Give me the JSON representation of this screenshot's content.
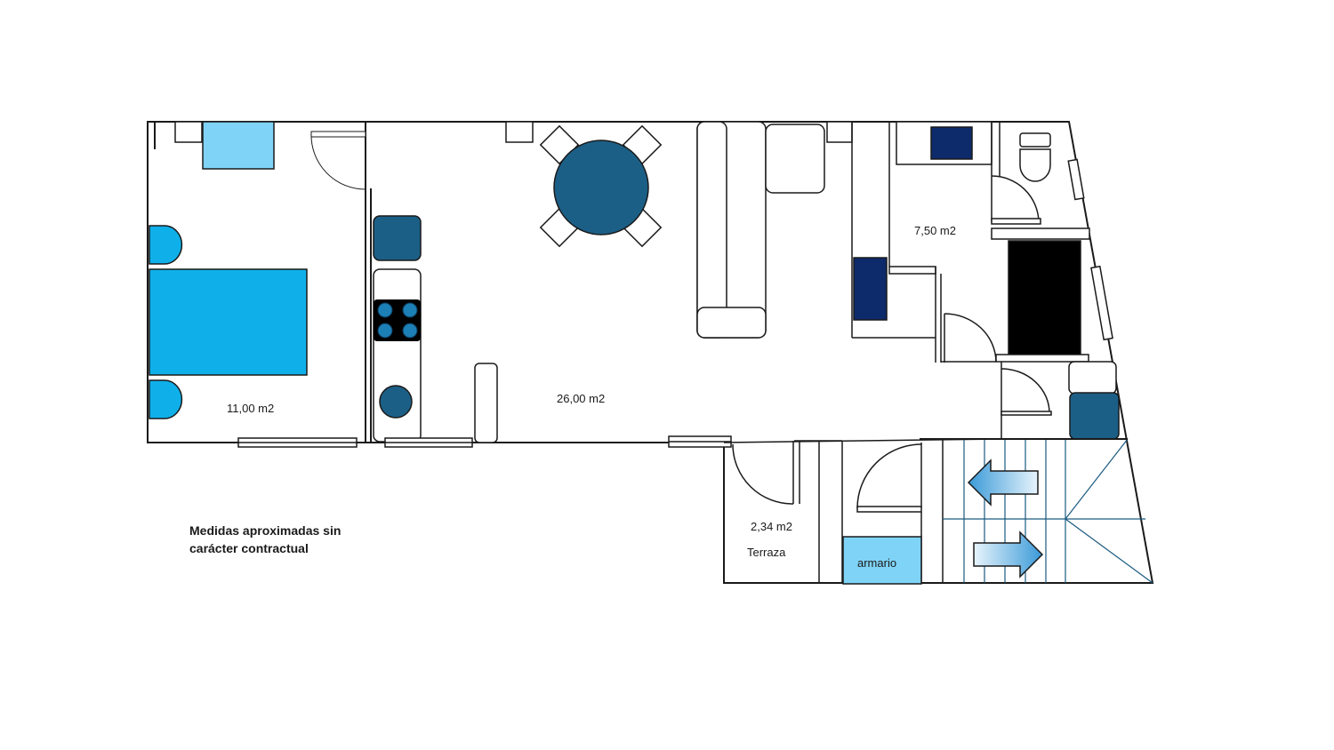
{
  "rooms": {
    "bedroom_area": "11,00 m2",
    "living_area": "26,00 m2",
    "bathroom_area": "7,50 m2",
    "terrace_area": "2,34 m2",
    "terrace_label": "Terraza",
    "closet_label": "armario"
  },
  "note": {
    "line1": "Medidas aproximadas sin",
    "line2": "carácter contractual"
  },
  "colors": {
    "wall": "#1a1a1a",
    "light_blue": "#7fd3f7",
    "bright_blue": "#0fb0ea",
    "teal": "#1c5f86",
    "navy": "#0d2a6b",
    "black": "#000000"
  }
}
